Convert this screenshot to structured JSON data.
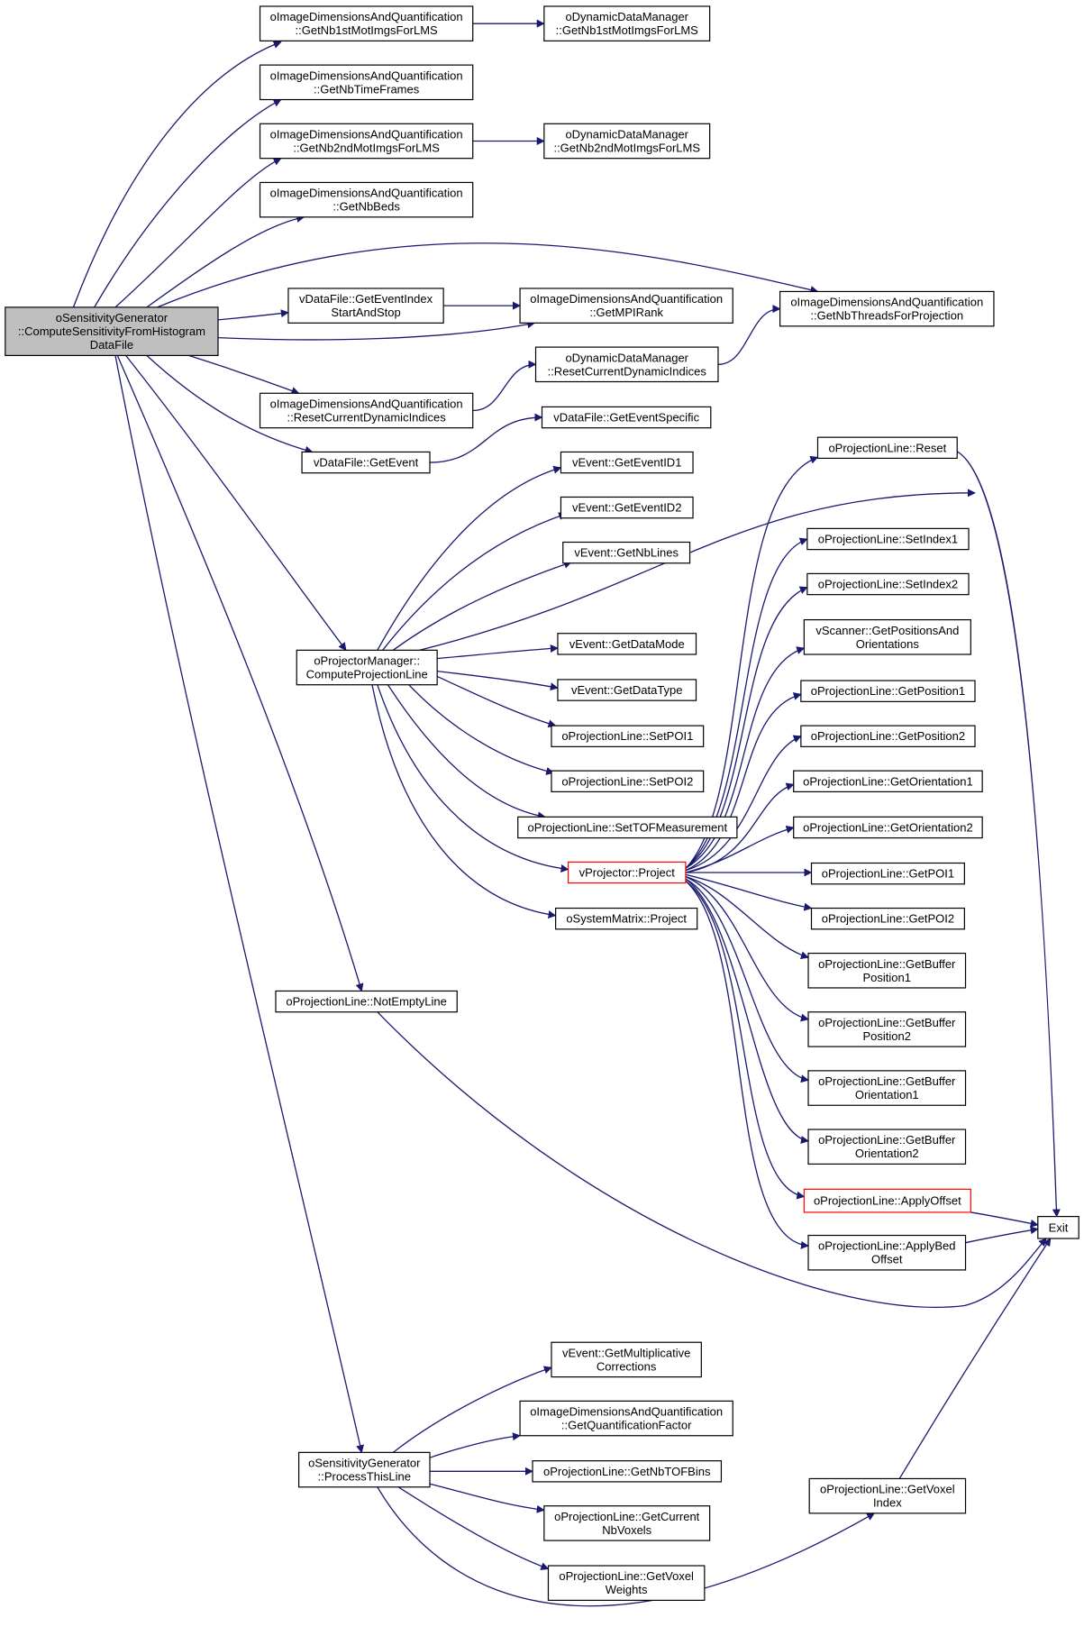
{
  "diagram": {
    "nodes": [
      {
        "id": "root",
        "lines": [
          "oSensitivityGenerator",
          "::ComputeSensitivityFromHistogram",
          "DataFile"
        ],
        "style": "root"
      },
      {
        "id": "n1",
        "lines": [
          "oImageDimensionsAndQuantification",
          "::GetNb1stMotImgsForLMS"
        ]
      },
      {
        "id": "n2",
        "lines": [
          "oDynamicDataManager",
          "::GetNb1stMotImgsForLMS"
        ]
      },
      {
        "id": "n3",
        "lines": [
          "oImageDimensionsAndQuantification",
          "::GetNbTimeFrames"
        ]
      },
      {
        "id": "n4",
        "lines": [
          "oImageDimensionsAndQuantification",
          "::GetNb2ndMotImgsForLMS"
        ]
      },
      {
        "id": "n5",
        "lines": [
          "oDynamicDataManager",
          "::GetNb2ndMotImgsForLMS"
        ]
      },
      {
        "id": "n6",
        "lines": [
          "oImageDimensionsAndQuantification",
          "::GetNbBeds"
        ]
      },
      {
        "id": "n7",
        "lines": [
          "oImageDimensionsAndQuantification",
          "::GetNbThreadsForProjection"
        ]
      },
      {
        "id": "n8",
        "lines": [
          "vDataFile::GetEventIndex",
          "StartAndStop"
        ]
      },
      {
        "id": "n9",
        "lines": [
          "oImageDimensionsAndQuantification",
          "::GetMPIRank"
        ]
      },
      {
        "id": "n10",
        "lines": [
          "oDynamicDataManager",
          "::ResetCurrentDynamicIndices"
        ]
      },
      {
        "id": "n11",
        "lines": [
          "oImageDimensionsAndQuantification",
          "::ResetCurrentDynamicIndices"
        ]
      },
      {
        "id": "n12",
        "lines": [
          "vDataFile::GetEventSpecific"
        ]
      },
      {
        "id": "n13",
        "lines": [
          "vDataFile::GetEvent"
        ]
      },
      {
        "id": "n14",
        "lines": [
          "oProjectionLine::Reset"
        ]
      },
      {
        "id": "n15",
        "lines": [
          "vEvent::GetEventID1"
        ]
      },
      {
        "id": "n16",
        "lines": [
          "vEvent::GetEventID2"
        ]
      },
      {
        "id": "n17",
        "lines": [
          "vEvent::GetNbLines"
        ]
      },
      {
        "id": "n18",
        "lines": [
          "oProjectionLine::SetIndex1"
        ]
      },
      {
        "id": "n19",
        "lines": [
          "oProjectionLine::SetIndex2"
        ]
      },
      {
        "id": "n20",
        "lines": [
          "vScanner::GetPositionsAnd",
          "Orientations"
        ]
      },
      {
        "id": "n21",
        "lines": [
          "oProjectorManager::",
          "ComputeProjectionLine"
        ]
      },
      {
        "id": "n22",
        "lines": [
          "vEvent::GetDataMode"
        ]
      },
      {
        "id": "n23",
        "lines": [
          "vEvent::GetDataType"
        ]
      },
      {
        "id": "n24",
        "lines": [
          "oProjectionLine::GetPosition1"
        ]
      },
      {
        "id": "n25",
        "lines": [
          "oProjectionLine::SetPOI1"
        ]
      },
      {
        "id": "n26",
        "lines": [
          "oProjectionLine::GetPosition2"
        ]
      },
      {
        "id": "n27",
        "lines": [
          "oProjectionLine::SetPOI2"
        ]
      },
      {
        "id": "n28",
        "lines": [
          "oProjectionLine::GetOrientation1"
        ]
      },
      {
        "id": "n29",
        "lines": [
          "oProjectionLine::SetTOFMeasurement"
        ]
      },
      {
        "id": "n30",
        "lines": [
          "oProjectionLine::GetOrientation2"
        ]
      },
      {
        "id": "n31",
        "lines": [
          "vProjector::Project"
        ],
        "style": "red"
      },
      {
        "id": "n32",
        "lines": [
          "oProjectionLine::GetPOI1"
        ]
      },
      {
        "id": "n33",
        "lines": [
          "oSystemMatrix::Project"
        ]
      },
      {
        "id": "n34",
        "lines": [
          "oProjectionLine::GetPOI2"
        ]
      },
      {
        "id": "n35",
        "lines": [
          "oProjectionLine::GetBuffer",
          "Position1"
        ]
      },
      {
        "id": "n36",
        "lines": [
          "oProjectionLine::NotEmptyLine"
        ]
      },
      {
        "id": "n37",
        "lines": [
          "oProjectionLine::GetBuffer",
          "Position2"
        ]
      },
      {
        "id": "n38",
        "lines": [
          "oProjectionLine::GetBuffer",
          "Orientation1"
        ]
      },
      {
        "id": "n39",
        "lines": [
          "oProjectionLine::GetBuffer",
          "Orientation2"
        ]
      },
      {
        "id": "n40",
        "lines": [
          "oProjectionLine::ApplyOffset"
        ],
        "style": "red"
      },
      {
        "id": "n41",
        "lines": [
          "Exit"
        ]
      },
      {
        "id": "n42",
        "lines": [
          "oProjectionLine::ApplyBed",
          "Offset"
        ]
      },
      {
        "id": "n43",
        "lines": [
          "vEvent::GetMultiplicative",
          "Corrections"
        ]
      },
      {
        "id": "n44",
        "lines": [
          "oImageDimensionsAndQuantification",
          "::GetQuantificationFactor"
        ]
      },
      {
        "id": "n45",
        "lines": [
          "oSensitivityGenerator",
          "::ProcessThisLine"
        ]
      },
      {
        "id": "n46",
        "lines": [
          "oProjectionLine::GetNbTOFBins"
        ]
      },
      {
        "id": "n47",
        "lines": [
          "oProjectionLine::GetVoxel",
          "Index"
        ]
      },
      {
        "id": "n48",
        "lines": [
          "oProjectionLine::GetCurrent",
          "NbVoxels"
        ]
      },
      {
        "id": "n49",
        "lines": [
          "oProjectionLine::GetVoxel",
          "Weights"
        ]
      }
    ],
    "edges": [
      [
        "root",
        "n1"
      ],
      [
        "root",
        "n3"
      ],
      [
        "root",
        "n4"
      ],
      [
        "root",
        "n6"
      ],
      [
        "root",
        "n7"
      ],
      [
        "root",
        "n8"
      ],
      [
        "root",
        "n9"
      ],
      [
        "root",
        "n11"
      ],
      [
        "root",
        "n13"
      ],
      [
        "root",
        "n21"
      ],
      [
        "root",
        "n36"
      ],
      [
        "root",
        "n45"
      ],
      [
        "n1",
        "n2"
      ],
      [
        "n4",
        "n5"
      ],
      [
        "n8",
        "n9"
      ],
      [
        "n11",
        "n10"
      ],
      [
        "n10",
        "n7"
      ],
      [
        "n13",
        "n12"
      ],
      [
        "n21",
        "n15"
      ],
      [
        "n21",
        "n16"
      ],
      [
        "n21",
        "n17"
      ],
      [
        "n21",
        "n22"
      ],
      [
        "n21",
        "n23"
      ],
      [
        "n21",
        "n25"
      ],
      [
        "n21",
        "n27"
      ],
      [
        "n21",
        "n29"
      ],
      [
        "n21",
        "n31"
      ],
      [
        "n21",
        "n33"
      ],
      [
        "n21",
        "n41"
      ],
      [
        "n31",
        "n14"
      ],
      [
        "n31",
        "n18"
      ],
      [
        "n31",
        "n19"
      ],
      [
        "n31",
        "n20"
      ],
      [
        "n31",
        "n24"
      ],
      [
        "n31",
        "n26"
      ],
      [
        "n31",
        "n28"
      ],
      [
        "n31",
        "n30"
      ],
      [
        "n31",
        "n32"
      ],
      [
        "n31",
        "n34"
      ],
      [
        "n31",
        "n35"
      ],
      [
        "n31",
        "n37"
      ],
      [
        "n31",
        "n38"
      ],
      [
        "n31",
        "n39"
      ],
      [
        "n31",
        "n40"
      ],
      [
        "n31",
        "n42"
      ],
      [
        "n14",
        "n41"
      ],
      [
        "n36",
        "n41"
      ],
      [
        "n40",
        "n41"
      ],
      [
        "n42",
        "n41"
      ],
      [
        "n47",
        "n41"
      ],
      [
        "n45",
        "n43"
      ],
      [
        "n45",
        "n44"
      ],
      [
        "n45",
        "n46"
      ],
      [
        "n45",
        "n47"
      ],
      [
        "n45",
        "n48"
      ],
      [
        "n45",
        "n49"
      ]
    ]
  },
  "colors": {
    "edge": "#191970",
    "root_fill": "#bfbfbf",
    "red_border": "#ff0000"
  }
}
